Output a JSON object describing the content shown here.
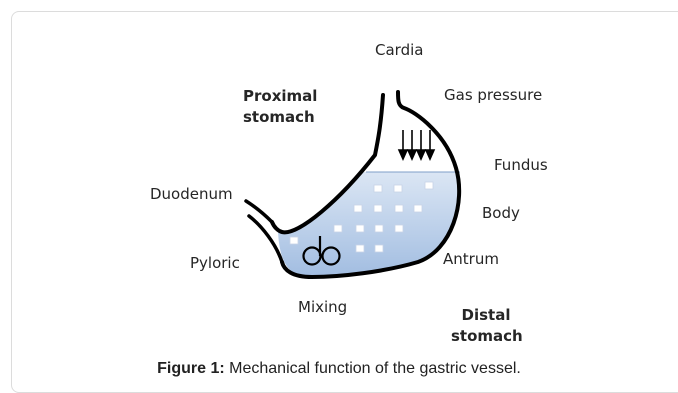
{
  "labels": {
    "cardia": "Cardia",
    "gas_pressure": "Gas pressure",
    "proximal_stomach": "Proximal stomach",
    "fundus": "Fundus",
    "duodenum": "Duodenum",
    "body": "Body",
    "pyloric": "Pyloric",
    "antrum": "Antrum",
    "mixing": "Mixing",
    "distal_stomach": "Distal stomach"
  },
  "caption": {
    "prefix": "Figure 1:",
    "text": " Mechanical function of the gastric vessel."
  },
  "colors": {
    "outline": "#000000",
    "fluid_top": "#dbe6f4",
    "fluid_bottom": "#9fbbe0",
    "particles": "#ffffff"
  }
}
